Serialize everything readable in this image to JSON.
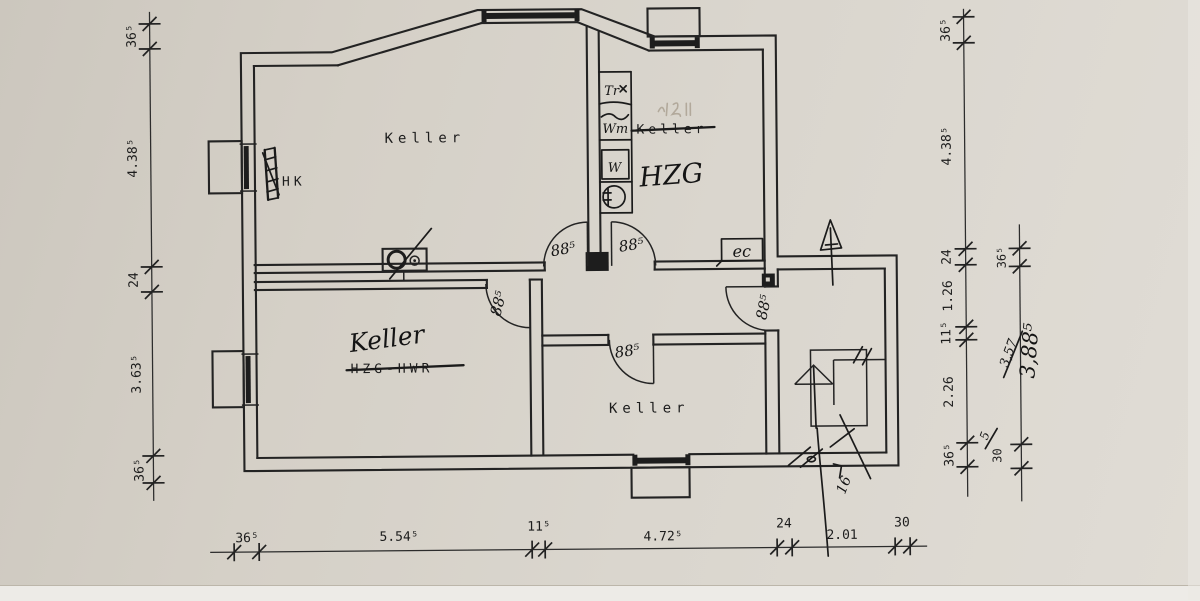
{
  "document": {
    "type": "scanned basement floor plan",
    "paper_color": "#d7d2c9",
    "line_color": "#232323",
    "pen_color": "#1b1b1b"
  },
  "rooms": {
    "keller_top": "Keller",
    "keller_bottom": "Keller",
    "hzg_room_old_label": "Keller",
    "hzg_room_new_label": "HZG",
    "left_room_new_label": "Keller",
    "left_room_old_label": "HZG-HWR",
    "radiator_label": "HK",
    "meter_label": "ec"
  },
  "appliances": {
    "a1": "Tr",
    "a2": "Wm",
    "a3": "W"
  },
  "doors": {
    "d1": "88⁵",
    "d2": "88⁵",
    "d3": "88⁵",
    "d4": "88⁵",
    "d5": "88⁵"
  },
  "dims": {
    "left": {
      "s1": "36⁵",
      "s2": "4.38⁵",
      "s3": "24",
      "s4": "3.63⁵",
      "s5": "36⁵"
    },
    "right_inner": {
      "s1": "36⁵",
      "s2": "4.38⁵",
      "s3": "24",
      "s4": "1.26",
      "s5": "11⁵",
      "s6": "2.26",
      "s7": "36⁵"
    },
    "right_outer": {
      "s1": "36⁵",
      "s2": "3,88⁵",
      "s2_old": "3,57",
      "s3": "30",
      "s3_note": "5"
    },
    "bottom": {
      "s1": "36⁵",
      "s2": "5.54⁵",
      "s3": "11⁵",
      "s4": "4.72⁵",
      "s5": "24",
      "s6": "2.01",
      "s7": "30"
    }
  },
  "stairs": {
    "note": "16"
  }
}
